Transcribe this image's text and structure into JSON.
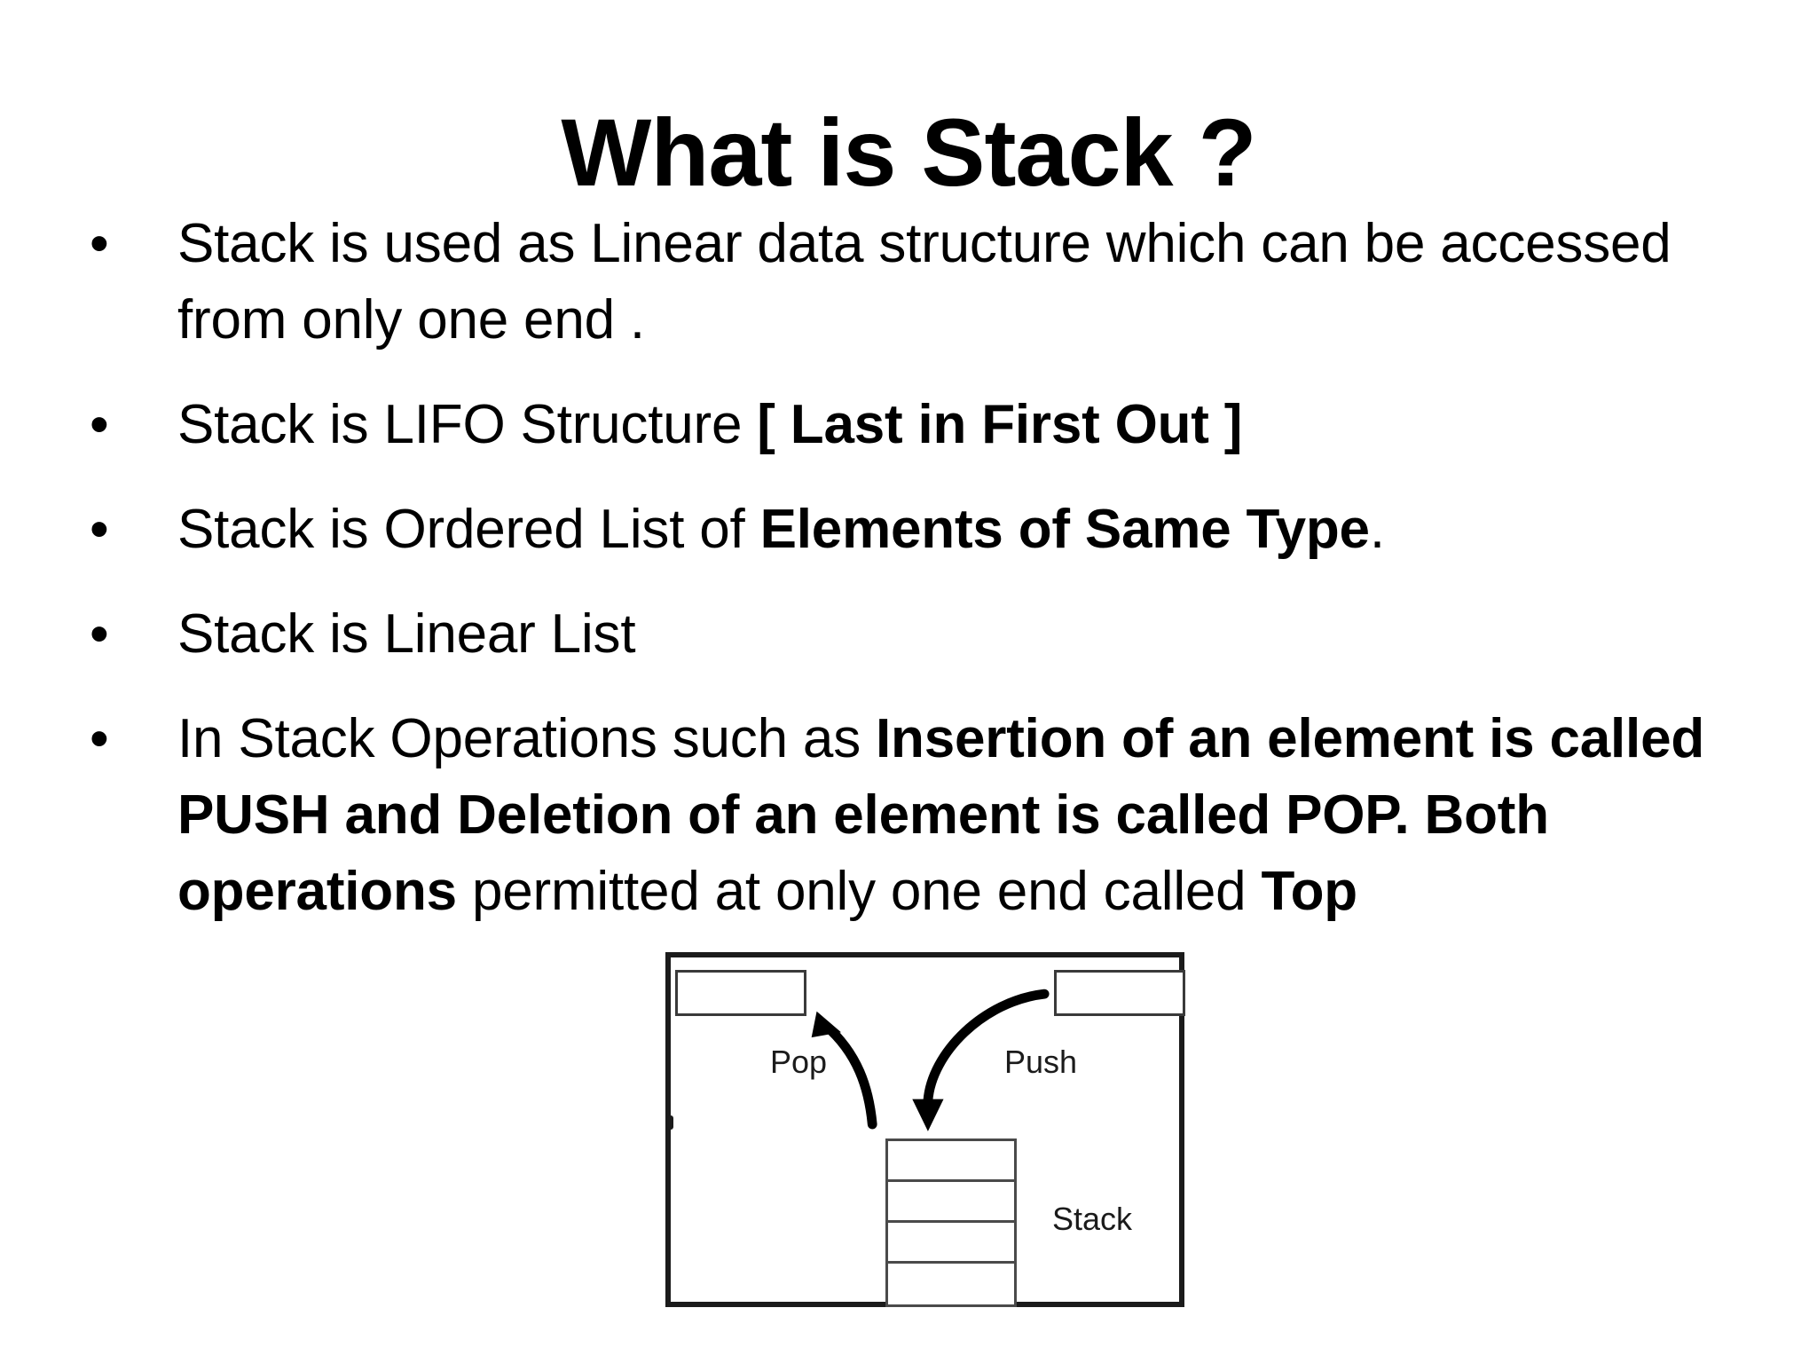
{
  "slide": {
    "title": "What is Stack ?",
    "bullet_char": "•",
    "bullets": [
      {
        "id": "bullet-linear-access",
        "segments": [
          {
            "text": "Stack is used as Linear data structure which can be accessed from only one end .",
            "bold": false
          }
        ]
      },
      {
        "id": "bullet-lifo",
        "segments": [
          {
            "text": "Stack is LIFO Structure ",
            "bold": false
          },
          {
            "text": "[ Last in First Out ]",
            "bold": true
          }
        ]
      },
      {
        "id": "bullet-ordered-list",
        "segments": [
          {
            "text": "Stack is Ordered List of ",
            "bold": false
          },
          {
            "text": "Elements of Same Type",
            "bold": true
          },
          {
            "text": ".",
            "bold": false
          }
        ]
      },
      {
        "id": "bullet-linear-list",
        "segments": [
          {
            "text": "Stack is Linear List",
            "bold": false
          }
        ]
      },
      {
        "id": "bullet-operations",
        "segments": [
          {
            "text": "In Stack Operations such as ",
            "bold": false
          },
          {
            "text": "Insertion of an element is called PUSH and Deletion of an element is called POP. Both operations",
            "bold": true
          },
          {
            "text": " permitted at only one end called ",
            "bold": false
          },
          {
            "text": "Top",
            "bold": true
          }
        ]
      }
    ]
  },
  "diagram": {
    "name": "stack-push-pop-diagram",
    "pop_label": "Pop",
    "push_label": "Push",
    "stack_label": "Stack",
    "stack_cell_count": 4,
    "input_box_count": 2,
    "border_color": "#1b1b1b",
    "cell_border_color": "#4a4a4a"
  }
}
